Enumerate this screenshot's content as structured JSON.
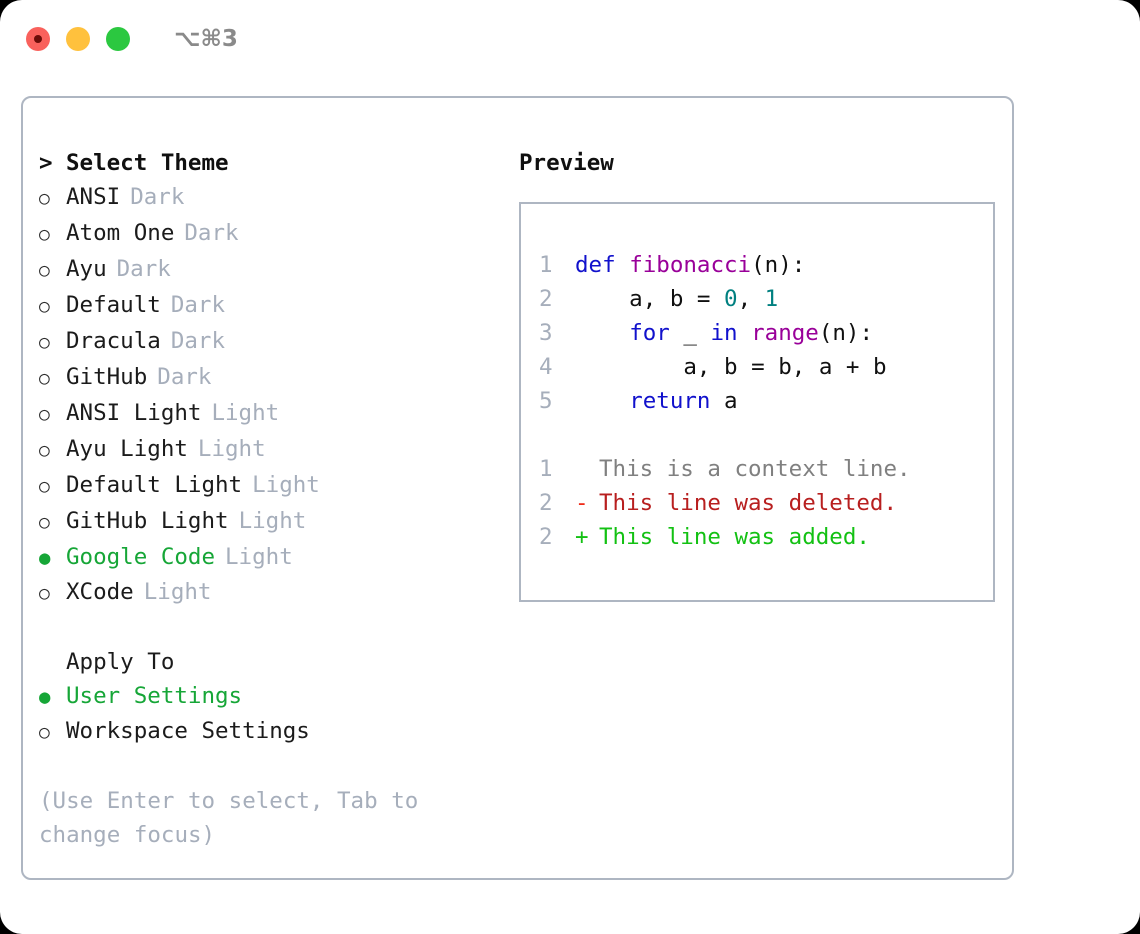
{
  "window": {
    "shortcut": "⌥⌘3",
    "traffic_lights": [
      {
        "name": "close",
        "color": "#f9615c"
      },
      {
        "name": "minimize",
        "color": "#ffc13d"
      },
      {
        "name": "maximize",
        "color": "#2bc840"
      }
    ]
  },
  "theme_picker": {
    "heading": {
      "marker": ">",
      "label": "Select Theme"
    },
    "markers": {
      "selected": "●",
      "unselected": "○"
    },
    "items": [
      {
        "label": "ANSI",
        "variant": "Dark",
        "selected": false
      },
      {
        "label": "Atom One",
        "variant": "Dark",
        "selected": false
      },
      {
        "label": "Ayu",
        "variant": "Dark",
        "selected": false
      },
      {
        "label": "Default",
        "variant": "Dark",
        "selected": false
      },
      {
        "label": "Dracula",
        "variant": "Dark",
        "selected": false
      },
      {
        "label": "GitHub",
        "variant": "Dark",
        "selected": false
      },
      {
        "label": "ANSI Light",
        "variant": "Light",
        "selected": false
      },
      {
        "label": "Ayu Light",
        "variant": "Light",
        "selected": false
      },
      {
        "label": "Default Light",
        "variant": "Light",
        "selected": false
      },
      {
        "label": "GitHub Light",
        "variant": "Light",
        "selected": false
      },
      {
        "label": "Google Code",
        "variant": "Light",
        "selected": true
      },
      {
        "label": "XCode",
        "variant": "Light",
        "selected": false
      }
    ]
  },
  "apply_to": {
    "heading": "Apply To",
    "items": [
      {
        "label": "User Settings",
        "selected": true
      },
      {
        "label": "Workspace Settings",
        "selected": false
      }
    ]
  },
  "hint": "(Use Enter to select, Tab to change focus)",
  "preview": {
    "title": "Preview",
    "code_lines": [
      {
        "number": "1",
        "tokens": [
          {
            "text": "def ",
            "type": "kw"
          },
          {
            "text": "fibonacci",
            "type": "fn"
          },
          {
            "text": "(n):",
            "type": "plain"
          }
        ]
      },
      {
        "number": "2",
        "tokens": [
          {
            "text": "    a, b = ",
            "type": "plain"
          },
          {
            "text": "0",
            "type": "num"
          },
          {
            "text": ", ",
            "type": "plain"
          },
          {
            "text": "1",
            "type": "num"
          }
        ]
      },
      {
        "number": "3",
        "tokens": [
          {
            "text": "    ",
            "type": "plain"
          },
          {
            "text": "for",
            "type": "kw"
          },
          {
            "text": " _ ",
            "type": "plain"
          },
          {
            "text": "in",
            "type": "kw"
          },
          {
            "text": " ",
            "type": "plain"
          },
          {
            "text": "range",
            "type": "fn"
          },
          {
            "text": "(n):",
            "type": "plain"
          }
        ]
      },
      {
        "number": "4",
        "tokens": [
          {
            "text": "        a, b = b, a + b",
            "type": "plain"
          }
        ]
      },
      {
        "number": "5",
        "tokens": [
          {
            "text": "    ",
            "type": "plain"
          },
          {
            "text": "return",
            "type": "kw"
          },
          {
            "text": " a",
            "type": "plain"
          }
        ]
      }
    ],
    "diff_lines": [
      {
        "number": "1",
        "sign": " ",
        "text": "This is a context line.",
        "kind": "context"
      },
      {
        "number": "2",
        "sign": "-",
        "text": "This line was deleted.",
        "kind": "del"
      },
      {
        "number": "2",
        "sign": "+",
        "text": "This line was added.",
        "kind": "add"
      }
    ]
  },
  "colors": {
    "accent_green": "#16a637",
    "muted": "#a6aebb",
    "border": "#aeb6c2",
    "keyword": "#1111cc",
    "function": "#990099",
    "number": "#008080",
    "diff_delete": "#b81f1f",
    "diff_add": "#13c113",
    "diff_context": "#808080"
  }
}
